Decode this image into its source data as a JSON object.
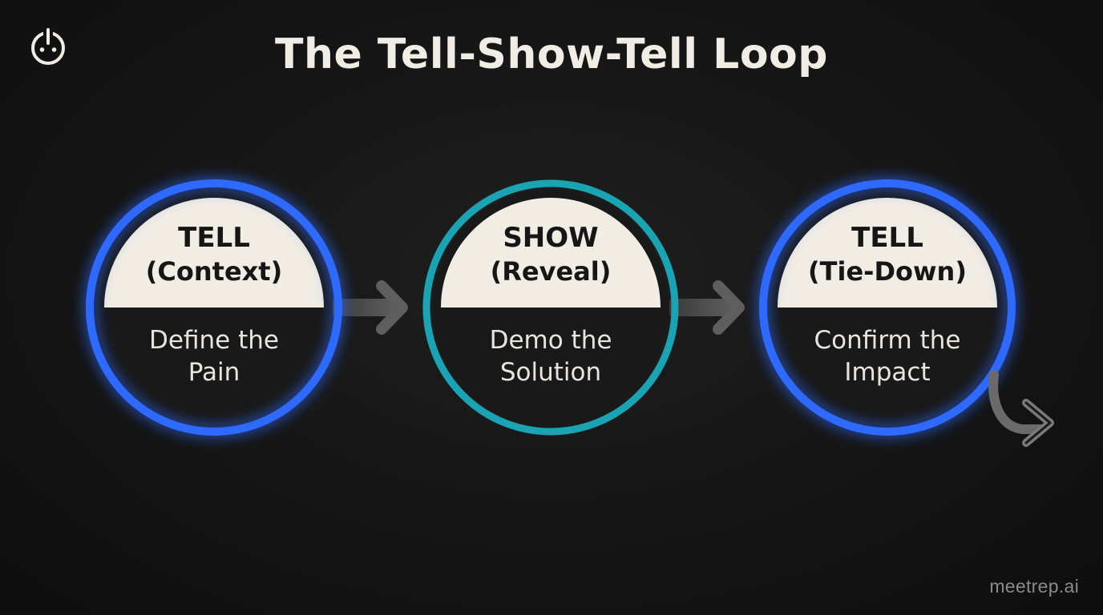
{
  "title": "The Tell-Show-Tell Loop",
  "logo_icon": "power-face-icon",
  "steps": [
    {
      "heading": "TELL",
      "subheading": "(Context)",
      "description_line1": "Define the",
      "description_line2": "Pain",
      "ring_color": "#2f6bff"
    },
    {
      "heading": "SHOW",
      "subheading": "(Reveal)",
      "description_line1": "Demo the",
      "description_line2": "Solution",
      "ring_color": "#1aa3b3"
    },
    {
      "heading": "TELL",
      "subheading": "(Tie-Down)",
      "description_line1": "Confirm the",
      "description_line2": "Impact",
      "ring_color": "#2f6bff"
    }
  ],
  "colors": {
    "background": "#161616",
    "cap": "#f1ece4",
    "circle_fill": "#191919",
    "arrow": "#5a5a5a"
  },
  "watermark": "meetrep.ai"
}
